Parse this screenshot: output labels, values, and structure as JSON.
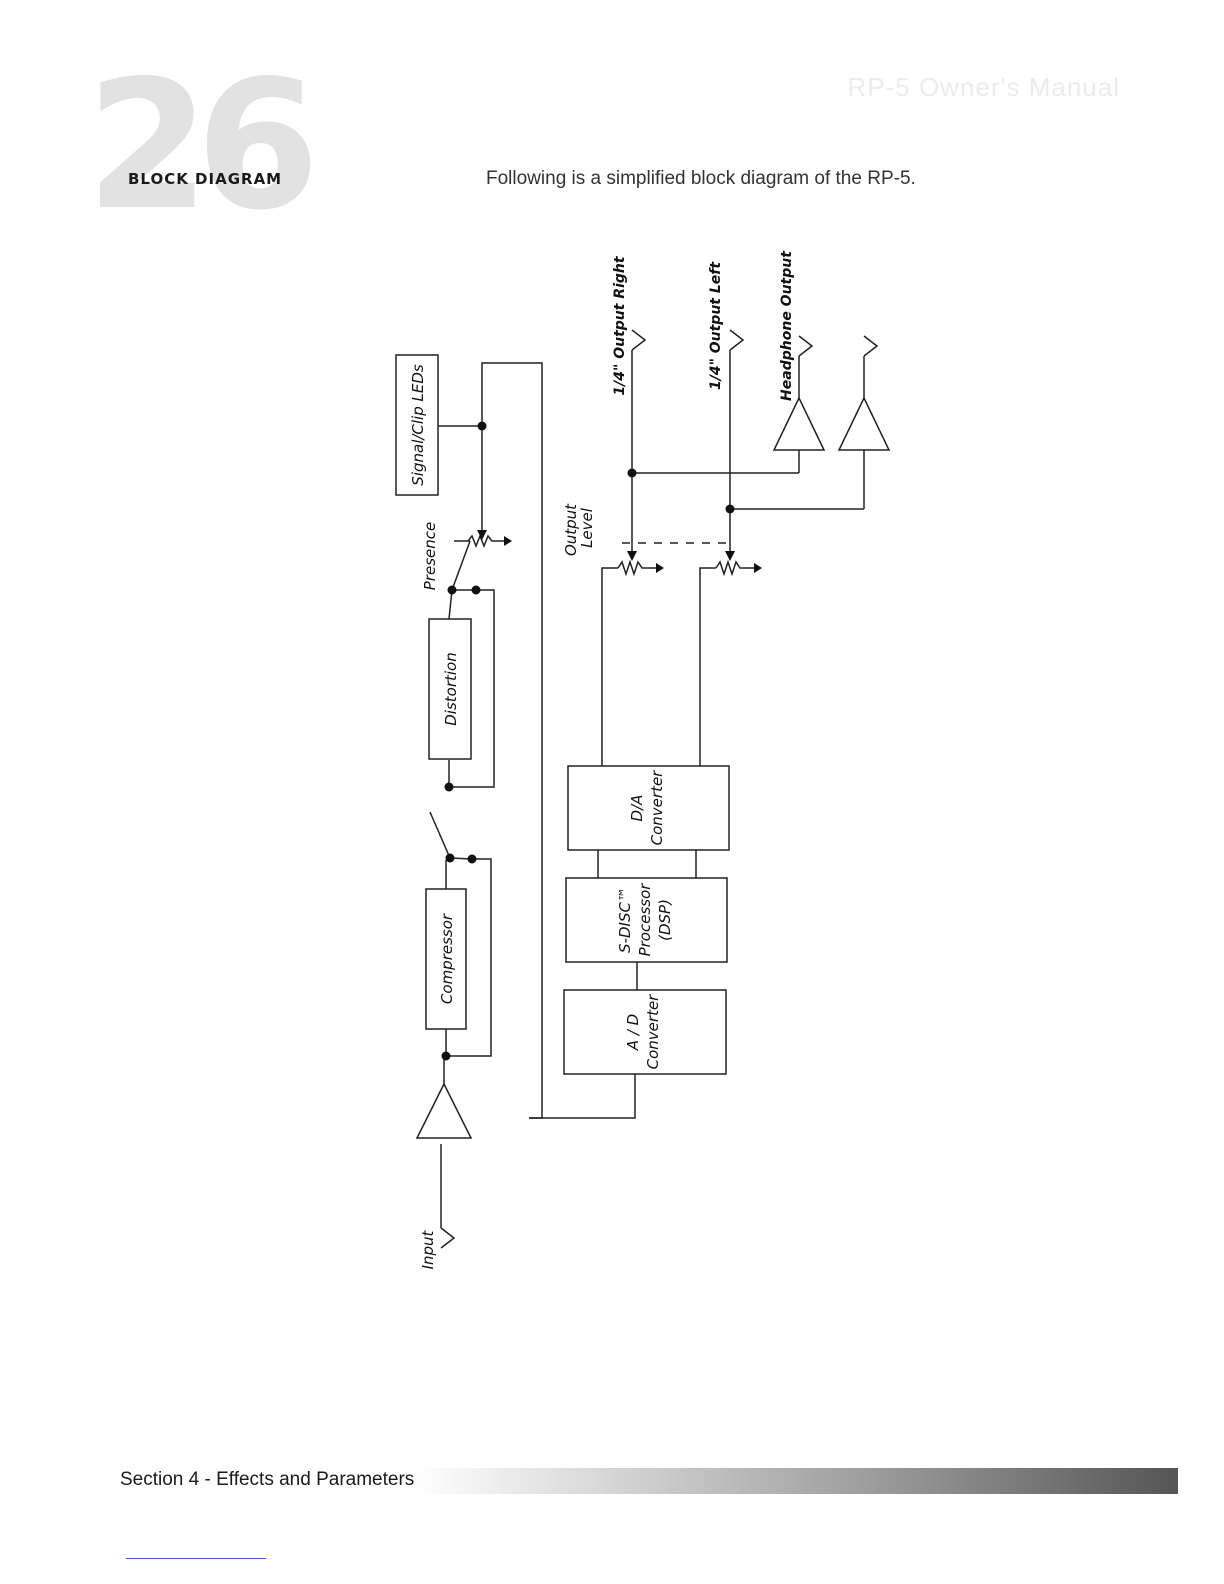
{
  "header": {
    "page_number": "26",
    "section_heading": "BLOCK DIAGRAM",
    "manual_title": "RP-5 Owner's Manual"
  },
  "intro_text": "Following is a simplified block diagram of the RP-5.",
  "diagram": {
    "blocks": {
      "signal_clip": "Signal/Clip LEDs",
      "distortion": "Distortion",
      "compressor": "Compressor",
      "da_line1": "D/A",
      "da_line2": "Converter",
      "sdisc_line1": "S-DISC™",
      "sdisc_line2": "Processor",
      "sdisc_line3": "(DSP)",
      "ad_line1": "A / D",
      "ad_line2": "Converter"
    },
    "labels": {
      "presence": "Presence",
      "output_level_line1": "Output",
      "output_level_line2": "Level",
      "input": "Input",
      "output_right": "1/4\" Output Right",
      "output_left": "1/4\" Output Left",
      "headphone_output": "Headphone Output"
    }
  },
  "footer": {
    "section_text": "Section 4 - Effects and Parameters"
  }
}
